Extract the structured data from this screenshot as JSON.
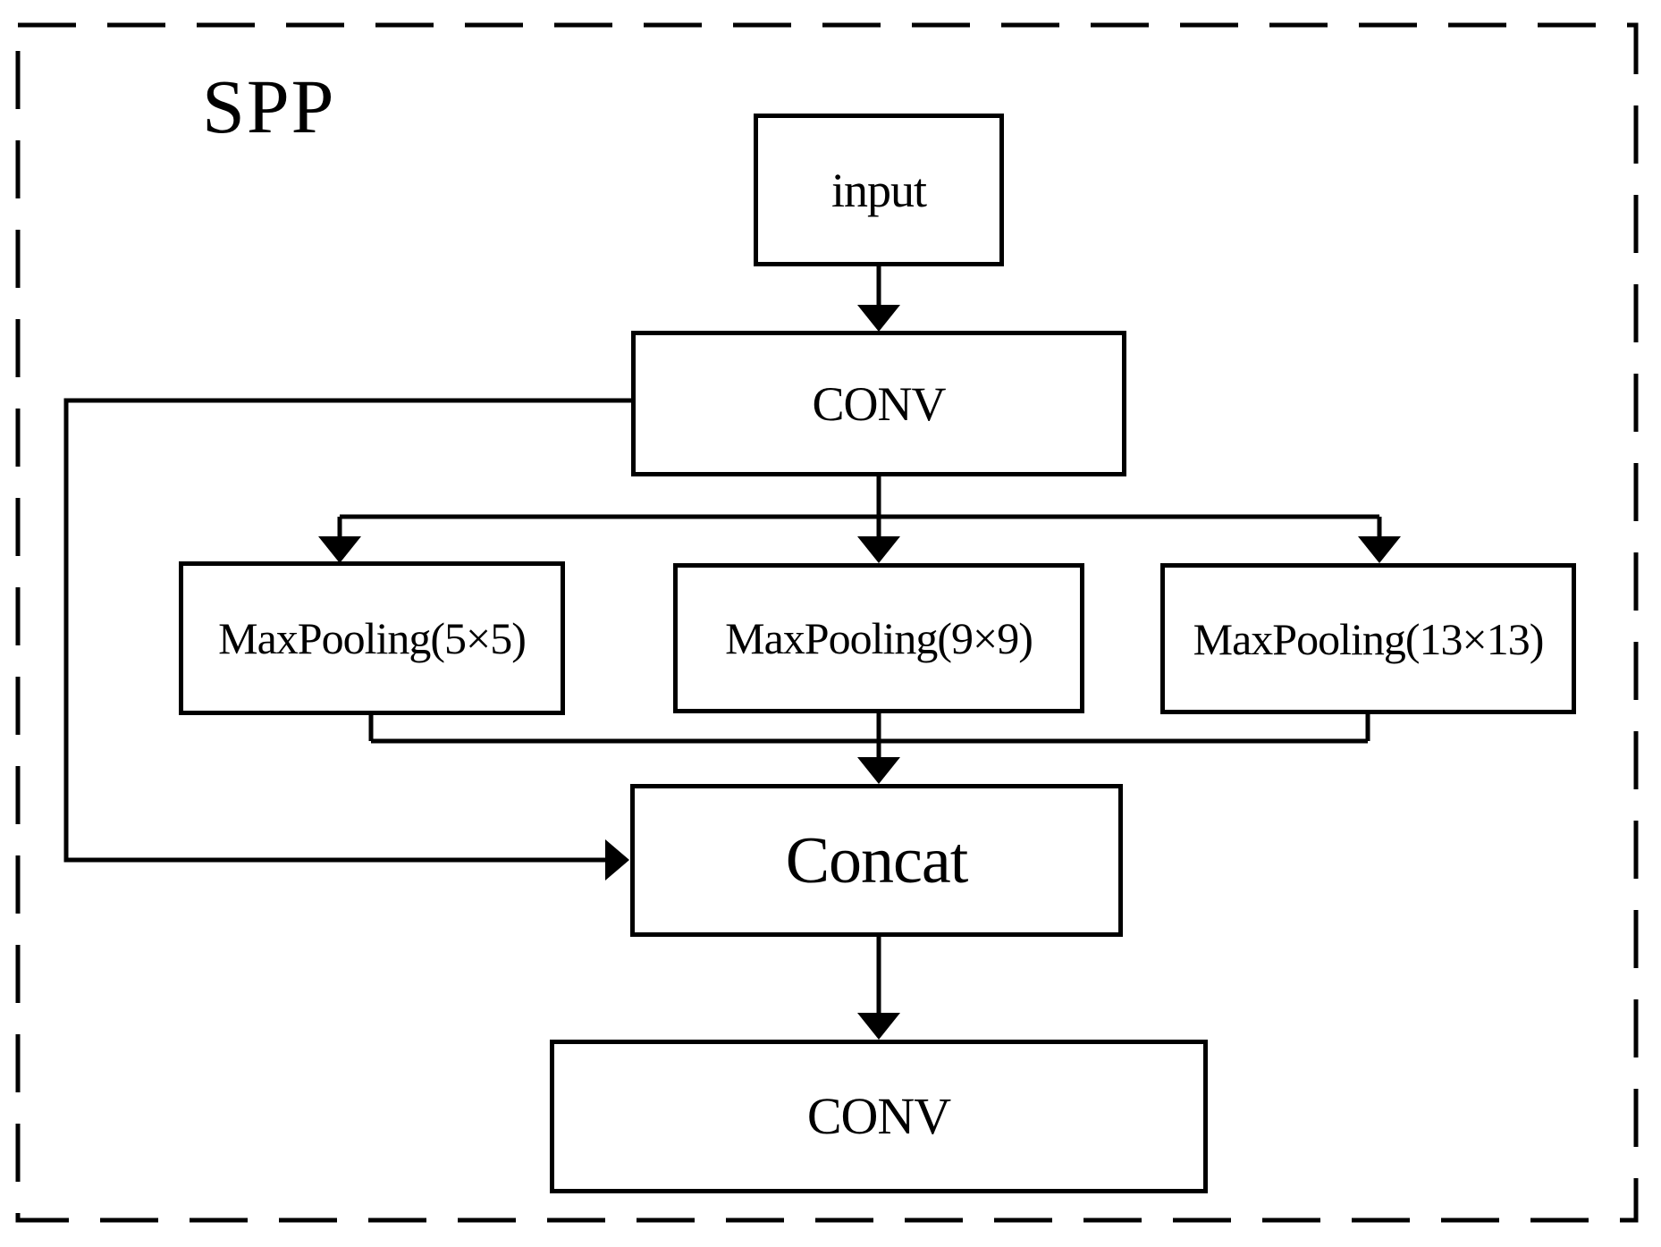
{
  "diagram": {
    "title": "SPP",
    "nodes": {
      "input": {
        "label": "input"
      },
      "conv_top": {
        "label": "CONV"
      },
      "maxpool_5": {
        "label": "MaxPooling(5×5)"
      },
      "maxpool_9": {
        "label": "MaxPooling(9×9)"
      },
      "maxpool_13": {
        "label": "MaxPooling(13×13)"
      },
      "concat": {
        "label": "Concat"
      },
      "conv_bottom": {
        "label": "CONV"
      }
    },
    "colors": {
      "line": "#000000",
      "background": "#ffffff"
    }
  }
}
